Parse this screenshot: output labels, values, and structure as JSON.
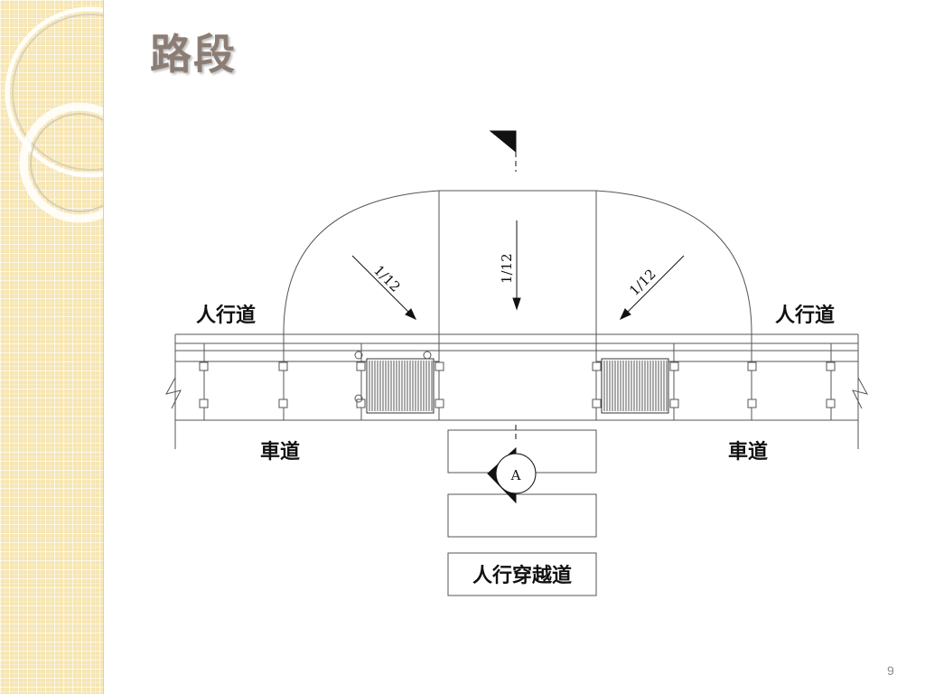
{
  "slide": {
    "title": "路段",
    "page_number": "9"
  },
  "diagram": {
    "sidewalk_label": "人行道",
    "roadway_label": "車道",
    "crosswalk_label": "人行穿越道",
    "section_marker": "A",
    "slope_labels": [
      "1/12",
      "1/12",
      "1/12"
    ]
  },
  "colors": {
    "sidebar": "#f7e6b3",
    "title": "#8c7d74",
    "lines": "#555555",
    "page_number": "#8c8c8c"
  }
}
